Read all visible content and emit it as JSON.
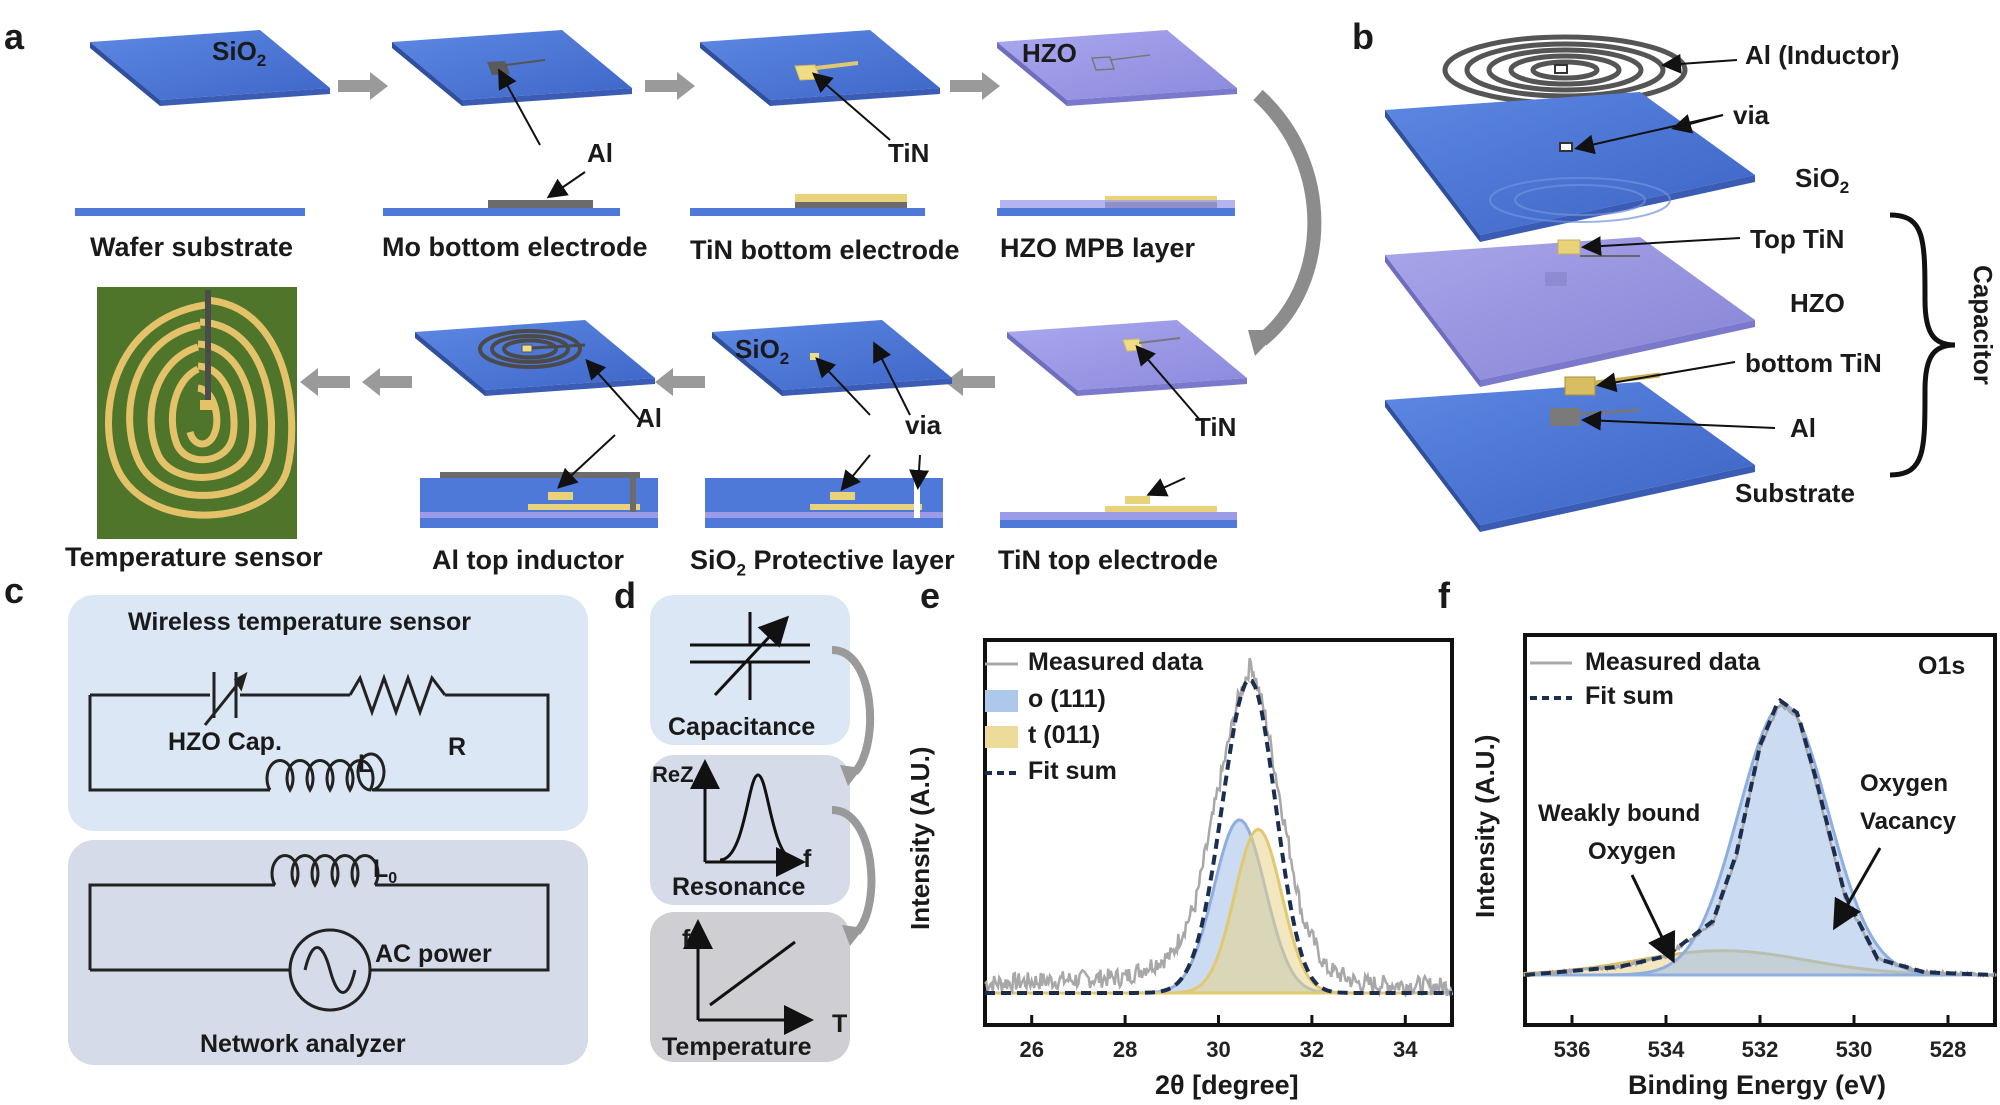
{
  "panel_a": {
    "label": "a",
    "steps": [
      {
        "caption": "Wafer substrate",
        "inline": "SiO",
        "inline_sub": "2",
        "pointer": ""
      },
      {
        "caption": "Mo bottom electrode",
        "pointer": "Al"
      },
      {
        "caption": "TiN bottom electrode",
        "pointer": "TiN"
      },
      {
        "caption": "HZO MPB layer",
        "inline": "HZO"
      },
      {
        "caption": "TiN top electrode",
        "pointer": "TiN"
      },
      {
        "caption_pre": "SiO",
        "caption_sub": "2",
        "caption_post": " Protective layer",
        "inline": "SiO",
        "inline_sub": "2",
        "pointer": "via"
      },
      {
        "caption": "Al top inductor",
        "pointer": "Al"
      },
      {
        "caption": "Temperature sensor"
      }
    ],
    "colors": {
      "substrate": "#4f79d8",
      "hzo": "#9c9be8",
      "tin": "#e8d27a",
      "al": "#6b6b6b"
    }
  },
  "panel_b": {
    "label": "b",
    "labels": {
      "inductor": "Al (Inductor)",
      "via": "via",
      "sio2": "SiO",
      "sio2_sub": "2",
      "top_tin": "Top TiN",
      "hzo": "HZO",
      "bottom_tin": "bottom TiN",
      "al": "Al",
      "substrate": "Substrate",
      "capacitor": "Capacitor"
    }
  },
  "panel_c": {
    "label": "c",
    "sensor_title": "Wireless temperature sensor",
    "cap_label": "HZO Cap.",
    "r_label": "R",
    "l_label": "L",
    "l0_label": "L",
    "l0_sub": "0",
    "ac_label": "AC power",
    "analyzer_title": "Network analyzer"
  },
  "panel_d": {
    "label": "d",
    "capacitance": "Capacitance",
    "resonance": "Resonance",
    "rez": "ReZ",
    "f": "f",
    "temperature": "Temperature",
    "f_axis": "f",
    "t_axis": "T"
  },
  "panel_e": {
    "label": "e",
    "legend": [
      "Measured data",
      "o (111)",
      "t (011)",
      "Fit sum"
    ],
    "xlabel": "2θ [degree]",
    "ylabel": "Intensity (A.U.)",
    "xticks": [
      "26",
      "28",
      "30",
      "32",
      "34"
    ]
  },
  "panel_f": {
    "label": "f",
    "legend": [
      "Measured data",
      "Fit sum"
    ],
    "tag": "O1s",
    "ann_weak_1": "Weakly bound",
    "ann_weak_2": "Oxygen",
    "ann_vac_1": "Oxygen",
    "ann_vac_2": "Vacancy",
    "xlabel": "Binding Energy (eV)",
    "ylabel": "Intensity (A.U.)",
    "xticks": [
      "536",
      "534",
      "532",
      "530",
      "528"
    ]
  },
  "chart_data": [
    {
      "type": "line",
      "xlabel": "2θ [degree]",
      "ylabel": "Intensity (A.U.)",
      "xlim": [
        25,
        35
      ],
      "series": [
        {
          "name": "o (111)",
          "center": 30.45,
          "sigma": 0.55,
          "amplitude": 0.55
        },
        {
          "name": "t (011)",
          "center": 30.85,
          "sigma": 0.5,
          "amplitude": 0.52
        },
        {
          "name": "Fit sum",
          "x": [
            25,
            28,
            29,
            29.5,
            30,
            30.4,
            30.7,
            31,
            31.4,
            31.8,
            32.3,
            33,
            35
          ],
          "y": [
            0,
            0.01,
            0.07,
            0.22,
            0.62,
            0.9,
            1.0,
            0.9,
            0.55,
            0.22,
            0.05,
            0.01,
            0
          ]
        },
        {
          "name": "Measured data",
          "x": [
            25,
            28,
            29,
            29.5,
            30,
            30.4,
            30.7,
            31,
            31.4,
            31.8,
            32.3,
            33,
            35
          ],
          "y": [
            0.03,
            0.05,
            0.12,
            0.28,
            0.65,
            0.92,
            1.05,
            0.88,
            0.55,
            0.24,
            0.08,
            0.03,
            0.02
          ]
        }
      ]
    },
    {
      "type": "line",
      "xlabel": "Binding Energy (eV)",
      "ylabel": "Intensity (A.U.)",
      "xlim": [
        537,
        527
      ],
      "reversed_x": true,
      "series": [
        {
          "name": "Oxygen Vacancy",
          "center": 531.5,
          "sigma": 0.95,
          "amplitude": 1.0
        },
        {
          "name": "Weakly bound Oxygen",
          "center": 532.8,
          "sigma": 1.8,
          "amplitude": 0.09
        },
        {
          "name": "Fit sum",
          "x": [
            537,
            535,
            534,
            533,
            532.5,
            532,
            531.6,
            531.2,
            530.8,
            530.2,
            529.5,
            528.5,
            527
          ],
          "y": [
            0.0,
            0.03,
            0.07,
            0.2,
            0.45,
            0.85,
            1.02,
            0.97,
            0.72,
            0.3,
            0.06,
            0.01,
            0.0
          ]
        },
        {
          "name": "Measured data",
          "x": [
            537,
            535,
            534,
            533,
            532.5,
            532,
            531.6,
            531.2,
            530.8,
            530.2,
            529.5,
            528.5,
            527
          ],
          "y": [
            0.0,
            0.03,
            0.07,
            0.19,
            0.44,
            0.84,
            1.0,
            0.96,
            0.7,
            0.29,
            0.06,
            0.01,
            0.0
          ]
        }
      ]
    }
  ]
}
